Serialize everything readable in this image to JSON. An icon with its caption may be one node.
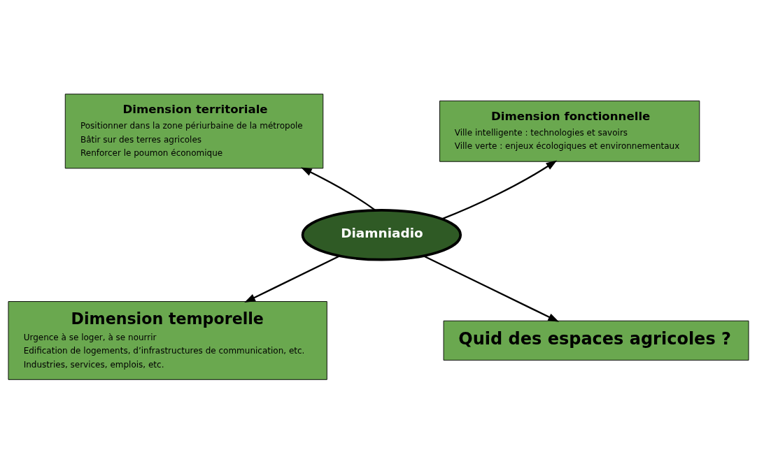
{
  "diagram": {
    "nodes": [
      {
        "text": [
          "Diamniadio"
        ]
      },
      {
        "text": [
          "Dimension territoriale",
          "Positionner dans la zone périurbaine de la métropole",
          "Bâtir sur des terres agricoles",
          "Renforcer le poumon économique"
        ]
      },
      {
        "text": [
          "Dimension fonctionnelle",
          "Ville intelligente : technologies et savoirs",
          "Ville verte : enjeux écologiques et environnementaux"
        ]
      },
      {
        "text": [
          "Dimension temporelle",
          "Urgence à se loger, à se nourrir",
          "Edification de logements, d’infrastructures de communication, etc.",
          "Industries, services, emplois, etc."
        ]
      },
      {
        "text": [
          "Quid des espaces agricoles ?"
        ]
      }
    ],
    "edges": [
      {
        "from": 0,
        "to": 1,
        "arrow": "to"
      },
      {
        "from": 0,
        "to": 2,
        "arrow": "to"
      },
      {
        "from": 0,
        "to": 3,
        "arrow": "to"
      },
      {
        "from": 0,
        "to": 4,
        "arrow": "to"
      }
    ]
  }
}
